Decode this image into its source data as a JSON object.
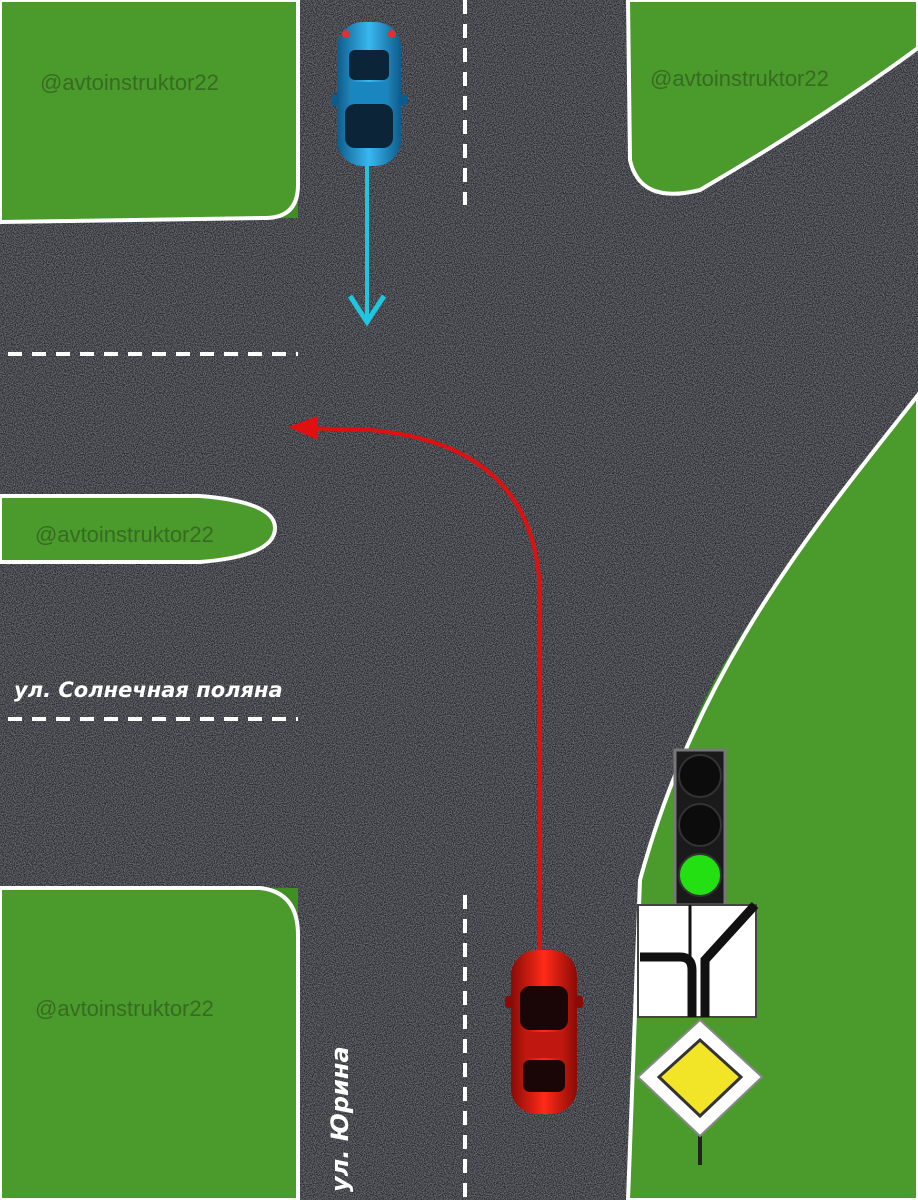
{
  "streets": {
    "horizontal_name": "ул. Солнечная поляна",
    "vertical_name": "ул. Юрина"
  },
  "watermark": "@avtoinstruktor22",
  "vehicles": [
    {
      "id": "blue-car",
      "color": "#2aa0d8",
      "direction": "straight"
    },
    {
      "id": "red-car",
      "color": "#d01a10",
      "direction": "left-turn"
    }
  ],
  "traffic_light": {
    "lit": "green",
    "color": "#22e011"
  },
  "signs": [
    {
      "name": "main-road-direction-sign"
    },
    {
      "name": "priority-road-sign",
      "color": "#f2e528"
    }
  ],
  "colors": {
    "asphalt": "#2a2c30",
    "grass": "#3f8f25",
    "marking": "#ffffff",
    "blue_path": "#1fc6e0",
    "red_path": "#e01010"
  }
}
